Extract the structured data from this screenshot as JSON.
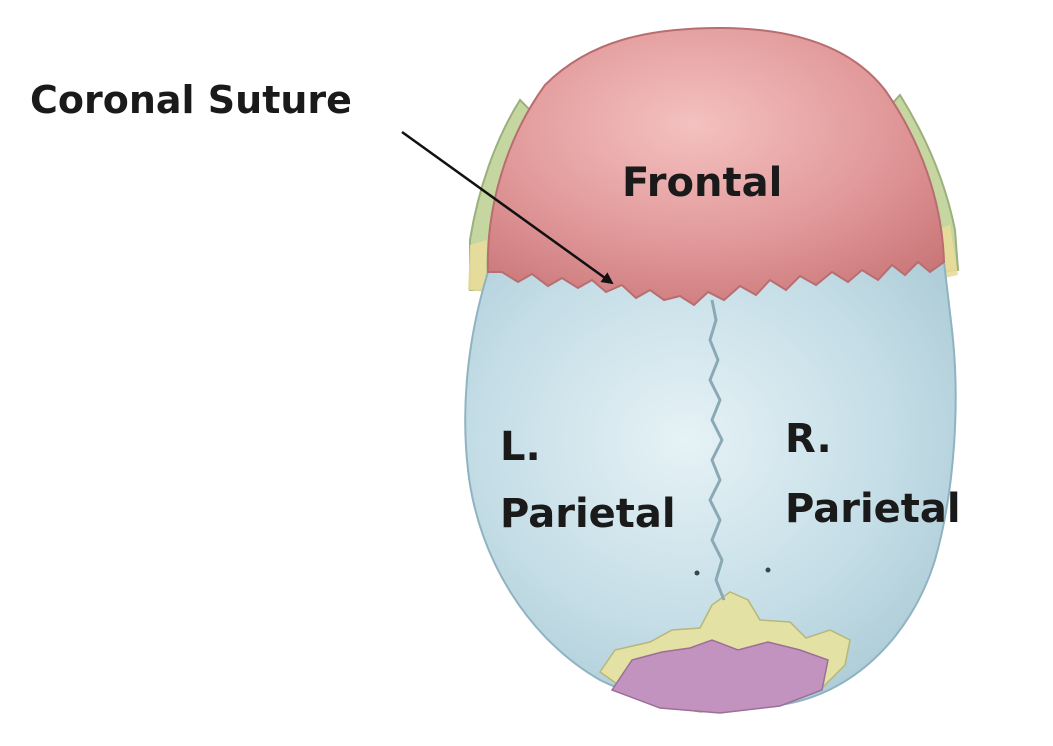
{
  "labels": {
    "coronal_suture": "Coronal Suture",
    "frontal": "Frontal",
    "left_parietal_line1": "L.",
    "left_parietal_line2": "Parietal",
    "right_parietal_line1": "R.",
    "right_parietal_line2": "Parietal"
  },
  "colors": {
    "frontal": "#d9878a",
    "parietal": "#bcd9e3",
    "occipital": "#b88ab3",
    "wormian": "#dede9e",
    "temporal": "#c9d8a4",
    "arrow": "#111111"
  }
}
